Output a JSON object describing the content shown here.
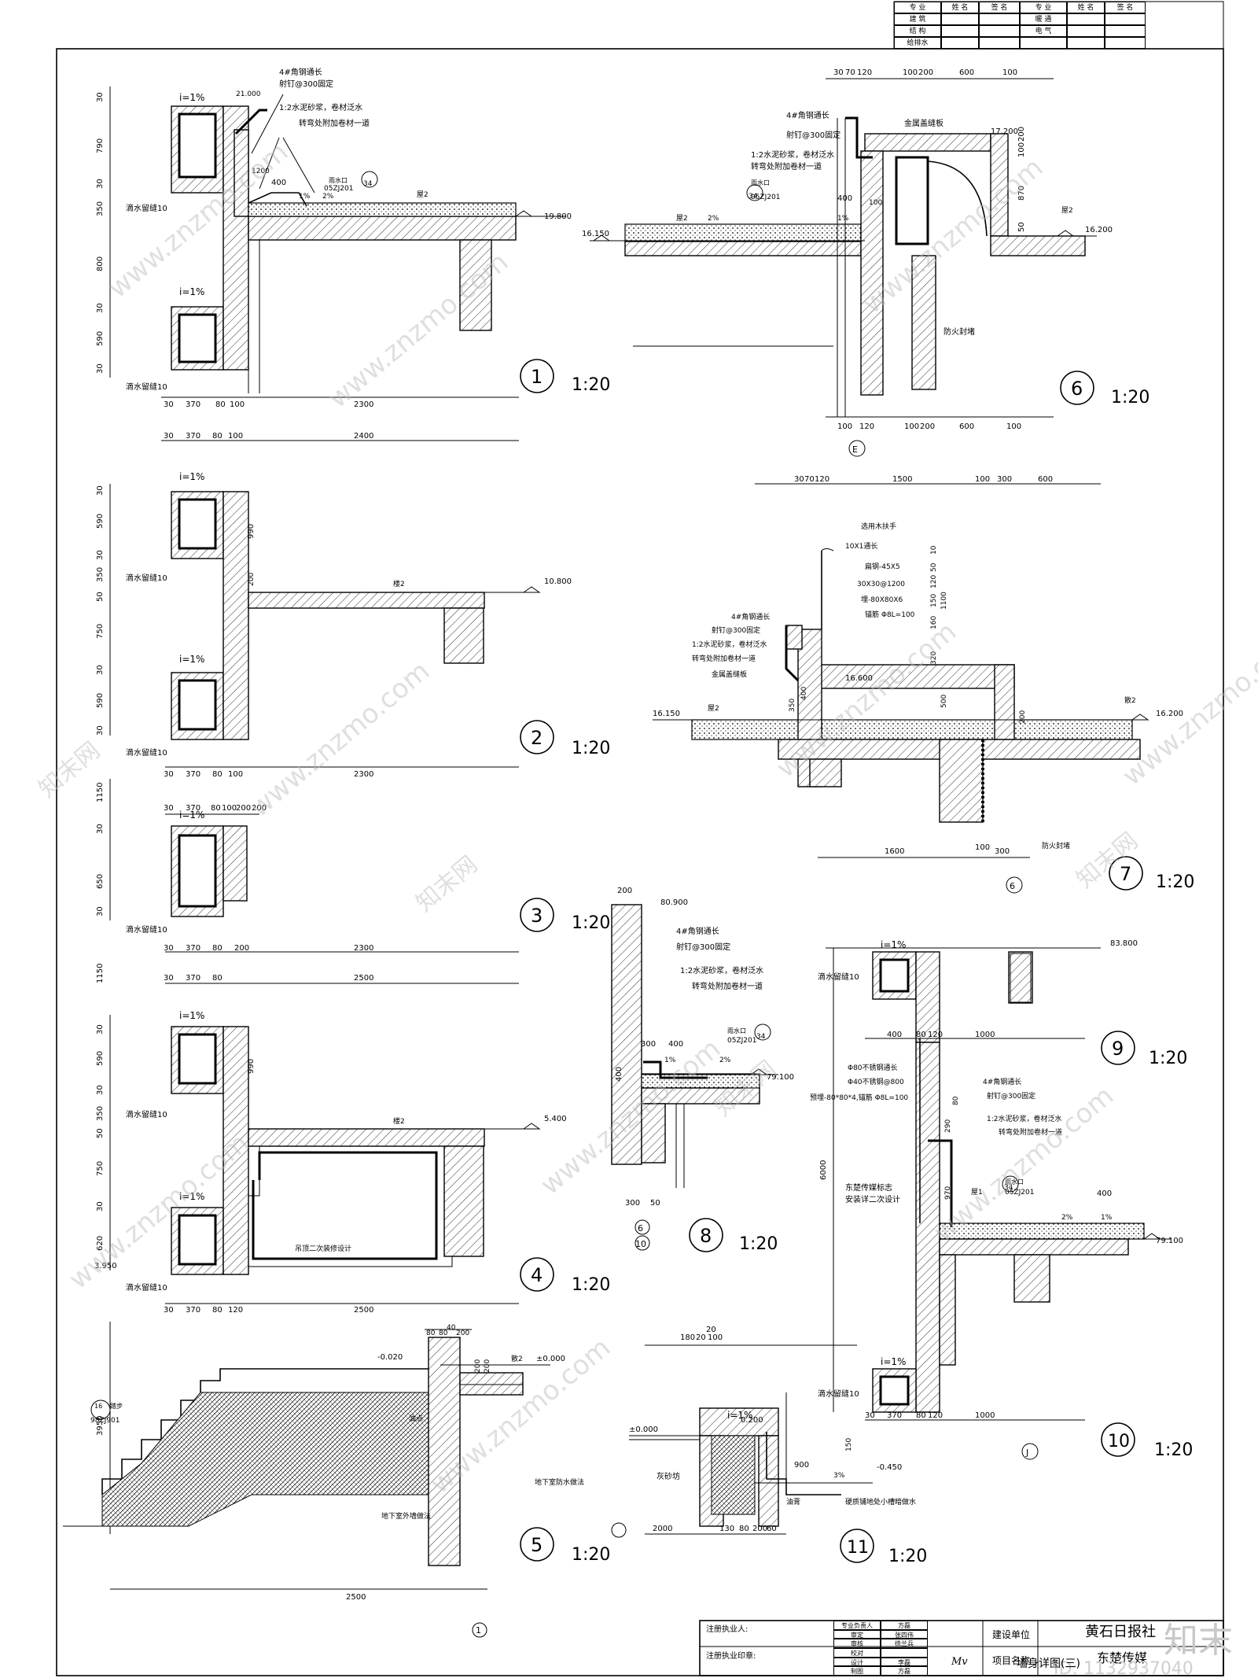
{
  "header_table": {
    "rows": [
      [
        "专 业",
        "姓 名",
        "签 名",
        "专 业",
        "姓 名",
        "签 名"
      ],
      [
        "建 筑",
        "",
        "",
        "暖 通",
        "",
        ""
      ],
      [
        "结 构",
        "",
        "",
        "电 气",
        "",
        ""
      ],
      [
        "给排水",
        "",
        "",
        "",
        "",
        ""
      ]
    ]
  },
  "details": {
    "d1": {
      "num": "1",
      "scale": "1:20",
      "elev": "19.800",
      "notes": [
        "4#角钢通长",
        "射钉@300固定",
        "1:2水泥砂浆，卷材泛水",
        "转弯处附加卷材一道"
      ],
      "ref_top": "雨水口",
      "ref_code": "05ZJ201",
      "ref_num": "34",
      "slope": "1%",
      "slope2": "2%",
      "label_roof": "屋2",
      "drip1": "滴水留缝10",
      "drip2": "滴水留缝10",
      "slope_i": "i=1%",
      "slope_i2": "i=1%",
      "dims_v": [
        "30",
        "790",
        "30",
        "350",
        "800",
        "30",
        "590",
        "30"
      ],
      "dims_h": [
        "30",
        "370",
        "80",
        "100",
        "2300"
      ],
      "dim_400": "400",
      "dim_1200": "1200",
      "dim_21": "21.000"
    },
    "d2": {
      "num": "2",
      "scale": "1:20",
      "elev": "10.800",
      "label": "楼2",
      "drip1": "滴水留缝10",
      "drip2": "滴水留缝10",
      "slope_i": "i=1%",
      "slope_i2": "i=1%",
      "dims_v": [
        "30",
        "590",
        "30",
        "350",
        "50",
        "750",
        "30",
        "590",
        "30"
      ],
      "dims_top": [
        "30",
        "370",
        "80",
        "100",
        "2400"
      ],
      "dims_h": [
        "30",
        "370",
        "80",
        "100",
        "2300"
      ],
      "dim_990": "990",
      "dim_200": "200"
    },
    "d3": {
      "num": "3",
      "scale": "1:20",
      "drip": "滴水留缝10",
      "slope_i": "i=1%",
      "dims_v": [
        "1150",
        "30",
        "650",
        "30"
      ],
      "dims_top": [
        "30",
        "370",
        "80",
        "100",
        "200",
        "200"
      ],
      "dims_h": [
        "30",
        "370",
        "80",
        "200",
        "2300"
      ]
    },
    "d4": {
      "num": "4",
      "scale": "1:20",
      "elev": "5.400",
      "elev2": "3.950",
      "label": "楼2",
      "ceiling": "吊顶二次装修设计",
      "drip1": "滴水留缝10",
      "drip2": "滴水留缝10",
      "slope_i": "i=1%",
      "slope_i2": "i=1%",
      "dims_v": [
        "1150",
        "30",
        "590",
        "30",
        "350",
        "50",
        "750",
        "30",
        "620"
      ],
      "dims_top": [
        "30",
        "370",
        "80",
        "2500"
      ],
      "dims_h": [
        "30",
        "370",
        "80",
        "120",
        "2500"
      ],
      "dim_990": "990"
    },
    "d5": {
      "num": "5",
      "scale": "1:20",
      "elev0": "±0.000",
      "elev_neg": "-0.020",
      "ref": "98ZJ901",
      "ref_num": "16",
      "ref_top": "踏步",
      "label_outdoor": "散2",
      "label_base": "油点",
      "note1": "地下室防水做法",
      "note2": "地下室外墙做法",
      "dims_top": [
        "80",
        "80",
        "200",
        "40"
      ],
      "dim_v": "3950",
      "dim_v2": "200",
      "dim_v3": "200",
      "dim_h": "2500",
      "axis": "1"
    },
    "d6": {
      "num": "6",
      "scale": "1:20",
      "elev1": "17.200",
      "elev2": "16.200",
      "elev3": "16.150",
      "notes": [
        "4#角钢通长",
        "射钉@300固定",
        "1:2水泥砂浆，卷材泛水",
        "转弯处附加卷材一道"
      ],
      "cover": "金属盖缝板",
      "fire": "防火封堵",
      "label_roof": "屋2",
      "label_r": "屋2",
      "ref_top": "雨水口",
      "ref_code": "05ZJ201",
      "ref_num": "34",
      "slope": "1%",
      "slope2": "2%",
      "dims_top": [
        "30",
        "70",
        "120",
        "100",
        "200",
        "600",
        "100"
      ],
      "dims_bot": [
        "100",
        "120",
        "100",
        "200",
        "600",
        "100"
      ],
      "dims_v": [
        "100",
        "200",
        "870",
        "50"
      ],
      "dim_400": "400",
      "dim_100": "100",
      "axis": "E"
    },
    "d7": {
      "num": "7",
      "scale": "1:20",
      "elev1": "16.600",
      "elev2": "16.200",
      "elev3": "16.150",
      "rail": [
        "选用木扶手",
        "10X1通长",
        "扁钢-45X5",
        "30X30@1200",
        "埋-80X80X6",
        "锚筋 Φ8L=100"
      ],
      "notes": [
        "4#角钢通长",
        "射钉@300固定",
        "1:2水泥砂浆，卷材泛水",
        "转弯处附加卷材一道"
      ],
      "cover": "金属盖缝板",
      "fire": "防火封堵",
      "label_l": "屋2",
      "label_r": "散2",
      "dims_top": [
        "30",
        "70",
        "120",
        "1500",
        "100",
        "300",
        "600"
      ],
      "dims_v": [
        "10",
        "50",
        "120",
        "150",
        "160",
        "1100",
        "320",
        "500",
        "200"
      ],
      "dims_bot": [
        "1600",
        "100",
        "300"
      ],
      "dim_350": "350",
      "dim_400": "400",
      "axis": "6"
    },
    "d8": {
      "num": "8",
      "scale": "1:20",
      "elev1": "80.900",
      "elev2": "79.100",
      "notes": [
        "4#角钢通长",
        "射钉@300固定",
        "1:2水泥砂浆，卷材泛水",
        "转弯处附加卷材一道"
      ],
      "ref_top": "雨水口",
      "ref_code": "05ZJ201",
      "ref_num": "34",
      "slope": "1%",
      "slope2": "2%",
      "dim_200": "200",
      "dim_300": "300",
      "dim_400": "400",
      "dim_400v": "400",
      "dims_bot": [
        "300",
        "50"
      ],
      "axis1": "6",
      "axis2": "10"
    },
    "d9": {
      "num": "9",
      "scale": "1:20",
      "elev": "83.800",
      "drip": "滴水留缝10",
      "slope_i": "i=1%",
      "dims": [
        "400",
        "80",
        "120",
        "1000"
      ]
    },
    "d10": {
      "num": "10",
      "scale": "1:20",
      "elev": "79.100",
      "notes": [
        "4#角钢通长",
        "射钉@300固定",
        "1:2水泥砂浆，卷材泛水",
        "转弯处附加卷材一道"
      ],
      "rail": [
        "Φ80不锈钢通长",
        "Φ40不锈钢@800",
        "预埋-80*80*4,锚筋 Φ8L=100"
      ],
      "sign": [
        "东楚传媒标志",
        "安装详二次设计"
      ],
      "ref_top": "雨水口",
      "ref_code": "05ZJ201",
      "ref_num": "34",
      "slope": "1%",
      "slope2": "2%",
      "label": "屋1",
      "drip": "滴水留缝10",
      "slope_i": "i=1%",
      "dim_v": "6000",
      "dims_v2": [
        "80",
        "290",
        "970"
      ],
      "dim_400": "400",
      "dims_h": [
        "30",
        "370",
        "80",
        "120",
        "1000"
      ],
      "axis": "J"
    },
    "d11": {
      "num": "11",
      "scale": "1:20",
      "elev0": "±0.000",
      "elev1": "0.200",
      "elev_neg": "-0.450",
      "slope_i": "i=1%",
      "slope": "3%",
      "label_l": "灰砂坊",
      "note": "硬质铺地处小槽暗做水",
      "note2": "油膏",
      "dims_top": [
        "180",
        "20",
        "100",
        "20"
      ],
      "dims_bot": [
        "2000",
        "130",
        "80",
        "200",
        "60"
      ],
      "dim_900": "900",
      "dim_150": "150"
    }
  },
  "title_block": {
    "reg1": "注册执业人:",
    "reg2": "注册执业印章:",
    "unit_label": "建设单位",
    "unit_value": "黄石日报社",
    "proj_label": "项目名称",
    "proj_value": "东楚传媒",
    "drawing_title": "墙身详图(三)",
    "roles": [
      "专业负责人",
      "审定",
      "审核",
      "校对",
      "设计",
      "制图"
    ],
    "names": [
      "方磊",
      "张四伟",
      "徐兰兵",
      "",
      "李磊",
      "方磊"
    ],
    "sign": "Mv"
  },
  "watermark": {
    "site": "www.znzmo.com",
    "brand": "知末网",
    "logo": "知末",
    "id": "ID: 1132937040"
  }
}
